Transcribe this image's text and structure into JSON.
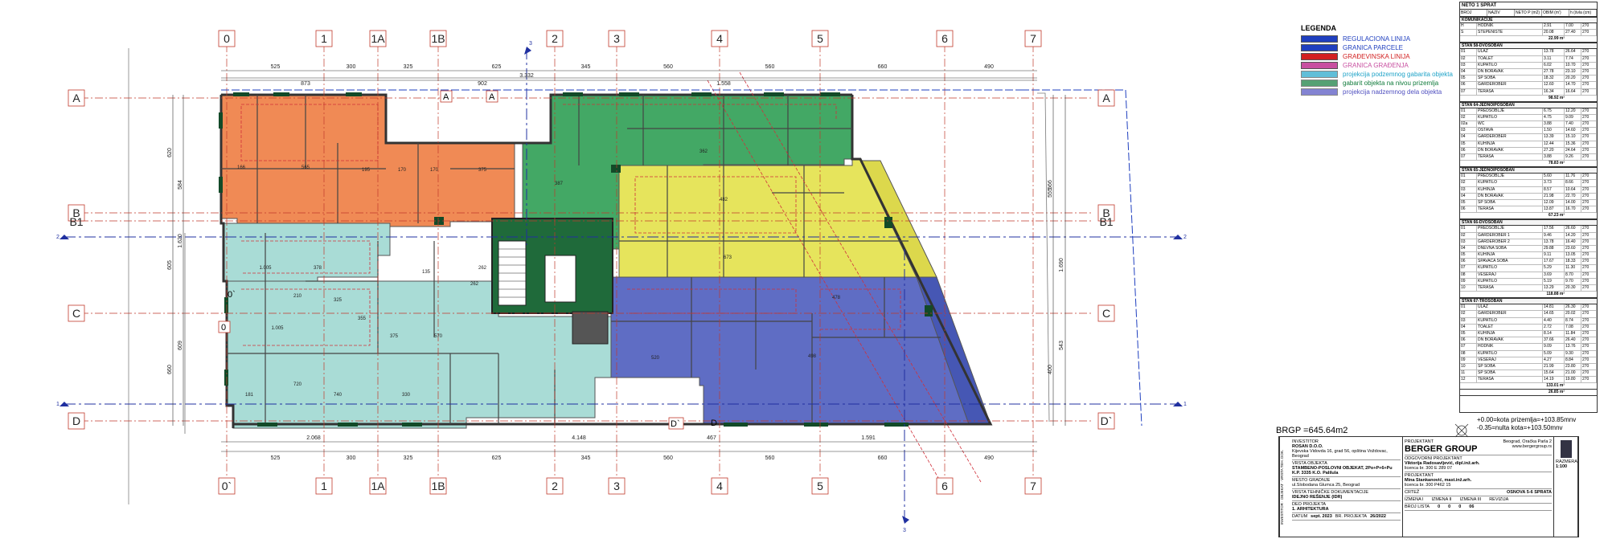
{
  "axes": {
    "top_cols": [
      "0",
      "1",
      "1A",
      "1B",
      "2",
      "3",
      "4",
      "5",
      "6",
      "7"
    ],
    "bottom_cols": [
      "0`",
      "1",
      "1A",
      "1B",
      "2",
      "3",
      "4",
      "5",
      "6",
      "7"
    ],
    "rows_left": [
      "A",
      "B",
      "B1",
      "C",
      "D"
    ],
    "rows_right": [
      "A",
      "B",
      "B1",
      "C",
      "D`"
    ],
    "inner_labels": [
      "A",
      "A",
      "0",
      "0`",
      "D`",
      "D"
    ],
    "section_marks": [
      "2",
      "2",
      "1",
      "1",
      "3",
      "3"
    ]
  },
  "dims": {
    "top_row1": [
      "525",
      "300",
      "325",
      "625",
      "345",
      "560",
      "560",
      "660",
      "490"
    ],
    "top_row2": [
      "873",
      "902",
      "1.558"
    ],
    "top_total": "3.332",
    "bottom_row1": [
      "525",
      "300",
      "325",
      "625",
      "345",
      "560",
      "560",
      "660",
      "490"
    ],
    "bottom_row2": [
      "2.068",
      "4.148",
      "467",
      "1.591"
    ],
    "left_v": [
      "620",
      "584",
      "605",
      "1.620",
      "660",
      "609"
    ],
    "right_v": [
      "566",
      "1.690",
      "400",
      "543",
      "555"
    ],
    "rooms": [
      "166",
      "565",
      "195",
      "170",
      "170",
      "375",
      "262",
      "387",
      "362",
      "482",
      "1.005",
      "378",
      "135",
      "262",
      "1.005",
      "325",
      "375",
      "570",
      "355",
      "673",
      "520",
      "478",
      "498",
      "740",
      "330",
      "181",
      "210",
      "720"
    ]
  },
  "legend": {
    "title": "LEGENDA",
    "items": [
      {
        "label": "REGULACIONA LINIJA",
        "color": "#1f3fbf"
      },
      {
        "label": "GRANICA PARCELE",
        "color": "#1f3fbf"
      },
      {
        "label": "GRAĐEVINSKA LINIJA",
        "color": "#d22020"
      },
      {
        "label": "GRANICA GRAĐENJA",
        "color": "#c84fa0"
      },
      {
        "label": "projekcija podzemnog gabarita objekta",
        "color": "#1fa3c8"
      },
      {
        "label": "gabarit objekta na nivou prizemlja",
        "color": "#0f7a3a"
      },
      {
        "label": "projekcija nadzemnog dela objekta",
        "color": "#5050c0"
      }
    ]
  },
  "table": {
    "title": "NETO 1 SPRAT",
    "cols": [
      "BROJ",
      "NAZIV",
      "NETO P (m2)",
      "OBIM (m')",
      "h (ŝvla (cm)"
    ],
    "sections": [
      {
        "name": "KOMUNIKACIJE",
        "rows": [
          [
            "H",
            "HODNIK",
            "2.91",
            "7.00",
            "270"
          ],
          [
            "S",
            "STEPENISTE",
            "20.08",
            "27.40",
            "270"
          ]
        ],
        "total": "22.99 m²"
      },
      {
        "name": "STAN 58-DVOSOBAN",
        "rows": [
          [
            "01",
            "ULAZ",
            "13.78",
            "26.64",
            "270"
          ],
          [
            "02",
            "TOALET",
            "3.11",
            "7.74",
            "270"
          ],
          [
            "03",
            "KUPATILO",
            "6.02",
            "10.70",
            "270"
          ],
          [
            "04",
            "DN BORAVAK",
            "27.78",
            "23.10",
            "270"
          ],
          [
            "05",
            "SP SOBA",
            "18.32",
            "20.20",
            "270"
          ],
          [
            "06",
            "GARDEROBER",
            "12.60",
            "14.70",
            "270"
          ],
          [
            "07",
            "TERASA",
            "16.34",
            "16.64",
            "270"
          ]
        ],
        "total": "98.92 m²"
      },
      {
        "name": "STAN 64-JEDNOIPOSOBAN",
        "rows": [
          [
            "01",
            "PREDSOBLJE",
            "6.75",
            "12.20",
            "270"
          ],
          [
            "02",
            "KUPATILO",
            "4.75",
            "9.09",
            "270"
          ],
          [
            "02a",
            "WC",
            "3.88",
            "7.40",
            "270"
          ],
          [
            "03",
            "OSTAVA",
            "1.50",
            "14.60",
            "270"
          ],
          [
            "04",
            "GARDEROBER",
            "13.39",
            "15.10",
            "270"
          ],
          [
            "05",
            "KUHINJA",
            "12.44",
            "15.36",
            "270"
          ],
          [
            "06",
            "DN BORAVAK",
            "27.20",
            "24.64",
            "270"
          ],
          [
            "07",
            "TERASA",
            "3.88",
            "9.26",
            "270"
          ]
        ],
        "total": "78.83 m²"
      },
      {
        "name": "STAN 65-JEDNOIPOSOBAN",
        "rows": [
          [
            "01",
            "PREDSOBLJE",
            "5.60",
            "11.76",
            "270"
          ],
          [
            "02",
            "KUPATILO",
            "3.73",
            "8.66",
            "270"
          ],
          [
            "03",
            "KUHINJA",
            "8.57",
            "10.64",
            "270"
          ],
          [
            "04",
            "DN BORAVAK",
            "21.98",
            "22.70",
            "270"
          ],
          [
            "05",
            "SP SOBA",
            "12.09",
            "14.00",
            "270"
          ],
          [
            "06",
            "TERASA",
            "13.87",
            "16.70",
            "270"
          ]
        ],
        "total": "67.23 m²"
      },
      {
        "name": "STAN 66-DVOSOBAN",
        "rows": [
          [
            "01",
            "PREDSOBLJE",
            "17.56",
            "26.60",
            "270"
          ],
          [
            "02",
            "GARDEROBER 1",
            "9.46",
            "14.20",
            "270"
          ],
          [
            "03",
            "GARDEROBER 2",
            "13.78",
            "16.40",
            "270"
          ],
          [
            "04",
            "DNEVNA SOBA",
            "29.88",
            "23.60",
            "270"
          ],
          [
            "05",
            "KUHINJA",
            "9.11",
            "13.05",
            "270"
          ],
          [
            "06",
            "SPAVAĆA SOBA",
            "17.67",
            "18.33",
            "270"
          ],
          [
            "07",
            "KUPATILO",
            "5.29",
            "11.30",
            "270"
          ],
          [
            "08",
            "VEŠERAJ",
            "3.69",
            "8.70",
            "270"
          ],
          [
            "09",
            "KUPATILO",
            "5.19",
            "9.70",
            "270"
          ],
          [
            "10",
            "TERASA",
            "13.29",
            "20.30",
            "270"
          ]
        ],
        "total": "118.88 m²"
      },
      {
        "name": "STAN 67-TROSOBAN",
        "rows": [
          [
            "01",
            "ULAZ",
            "14.81",
            "26.30",
            "270"
          ],
          [
            "02",
            "GARDEROBER",
            "14.65",
            "20.02",
            "270"
          ],
          [
            "03",
            "KUPATILO",
            "4.40",
            "8.74",
            "270"
          ],
          [
            "04",
            "TOALET",
            "2.72",
            "7.08",
            "270"
          ],
          [
            "05",
            "KUHINJA",
            "8.14",
            "11.84",
            "270"
          ],
          [
            "06",
            "DN BORAVAK",
            "37.66",
            "26.40",
            "270"
          ],
          [
            "07",
            "HODNIK",
            "9.09",
            "13.76",
            "270"
          ],
          [
            "08",
            "KUPATILO",
            "5.09",
            "9.30",
            "270"
          ],
          [
            "09",
            "VEŠERAJ",
            "4.27",
            "8.84",
            "270"
          ],
          [
            "10",
            "SP SOBA",
            "21.99",
            "23.80",
            "270"
          ],
          [
            "11",
            "SP SOBA",
            "15.64",
            "21.00",
            "270"
          ],
          [
            "12",
            "TERASA",
            "14.19",
            "19.80",
            "270"
          ]
        ],
        "total": "133.01 m²"
      }
    ],
    "grand_total": "26.85 m²"
  },
  "brgp": "BRGP =645.64m2",
  "levels": [
    "+0.00=kota prizemlja=+103.85mnv",
    "-0.35=nulta kota=+103.50mnv"
  ],
  "titleblock": {
    "side": [
      "INVESTITOR",
      "OBJEKAT",
      "VRSTA TEH. DOK.",
      "DEO PROJEKTA",
      "DATUM"
    ],
    "investor_label": "INVESTITOR",
    "investor": "ROSAN D.O.O.",
    "investor_addr": "Kijevska Vidovda 16, grad 56, opština Voždovac, Beograd",
    "object_label": "VRSTA OBJEKTA",
    "object": "STAMBENO-POSLOVNI OBJEKAT, 2Po+P+6+Pu",
    "object2": "K.P. 3335 K.O. Palilula",
    "place_label": "MESTO GRADNJE",
    "place": "ul.Slobodana Glumca 25, Beograd",
    "doctype_label": "VRSTA TEHNIČKE DOKUMENTACIJE",
    "doctype": "IDEJNO REŠENJE (IDR)",
    "part_label": "DEO PROJEKTA",
    "part": "1. ARHITEKTURA",
    "date_label": "DATUM",
    "date": "sept. 2023",
    "projnum_label": "BR. PROJEKTA",
    "projnum": "26/2022",
    "designer_label": "PROJEKTANT",
    "company": "BERGER GROUP",
    "address": "Beograd, Oračka Parla 2",
    "web": "www.bergergroup.rs",
    "resp_label": "ODGOVORNI PROJEKTANT",
    "resp": "Viktorija Radosavljević, dipl.inž.arh.",
    "resp_lic": "licenca br. 300 E 289 07",
    "proj_label": "PROJEKTANT",
    "proj": "Mina Stankanović, mast.inž.arh.",
    "proj_lic": "licenca br. 300 P462 15",
    "content_label": "CRTEŽ",
    "content": "OSNOVA 5-6 SPRATA",
    "scale_label": "RAZMERA",
    "scale": "1:100",
    "rev": [
      "IZMENA I",
      "IZMENA II",
      "IZMENA III",
      "REVIZIJA"
    ],
    "sheet_label": "BROJ LISTA",
    "sheet": "06",
    "sheetnums": [
      "0",
      "0",
      "0"
    ]
  }
}
